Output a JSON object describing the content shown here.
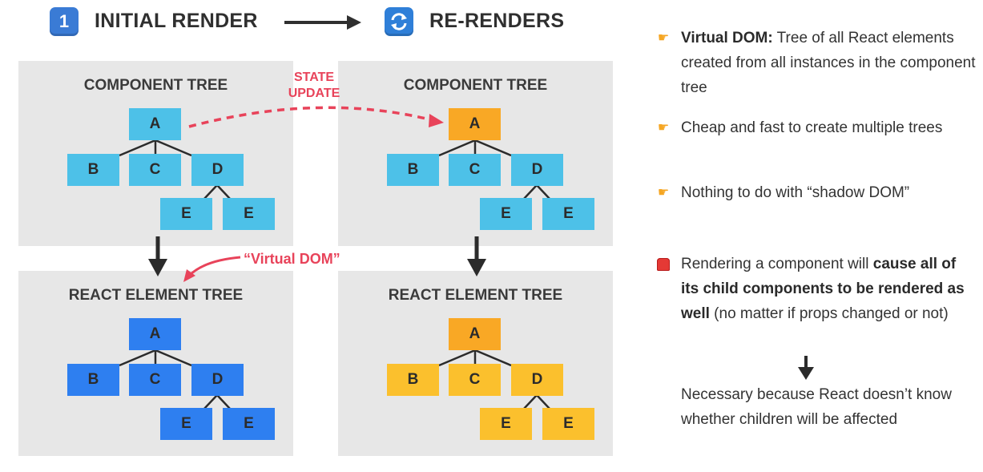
{
  "header": {
    "step1_number": "1",
    "step1_label": "INITIAL RENDER",
    "step2_label": "RE-RENDERS"
  },
  "panels": {
    "component_tree_title": "COMPONENT TREE",
    "element_tree_title": "REACT ELEMENT TREE"
  },
  "nodes": {
    "a": "A",
    "b": "B",
    "c": "C",
    "d": "D",
    "e": "E"
  },
  "annotations": {
    "state_update_line1": "STATE",
    "state_update_line2": "UPDATE",
    "virtual_dom": "“Virtual DOM”"
  },
  "bullets": [
    {
      "icon": "pointing-hand-icon",
      "bold": "Virtual DOM:",
      "text": " Tree of all React elements created from all instances in the component tree"
    },
    {
      "icon": "pointing-hand-icon",
      "bold": "",
      "text": "Cheap and fast to create multiple trees"
    },
    {
      "icon": "pointing-hand-icon",
      "bold": "",
      "text": "Nothing to do with “shadow DOM”"
    },
    {
      "icon": "siren-icon",
      "pre": "Rendering a component will ",
      "bold": "cause all of its child components to be rendered as well",
      "text": " (no matter if props changed or not)"
    }
  ],
  "conclusion": "Necessary because React doesn’t know whether children will be affected",
  "colors": {
    "panel_bg": "#e7e7e7",
    "node_cyan": "#4dc1e8",
    "node_blue": "#2e7ff0",
    "node_orange": "#f9a825",
    "node_yellow": "#fbc02d",
    "annotation_red": "#e8435a"
  }
}
